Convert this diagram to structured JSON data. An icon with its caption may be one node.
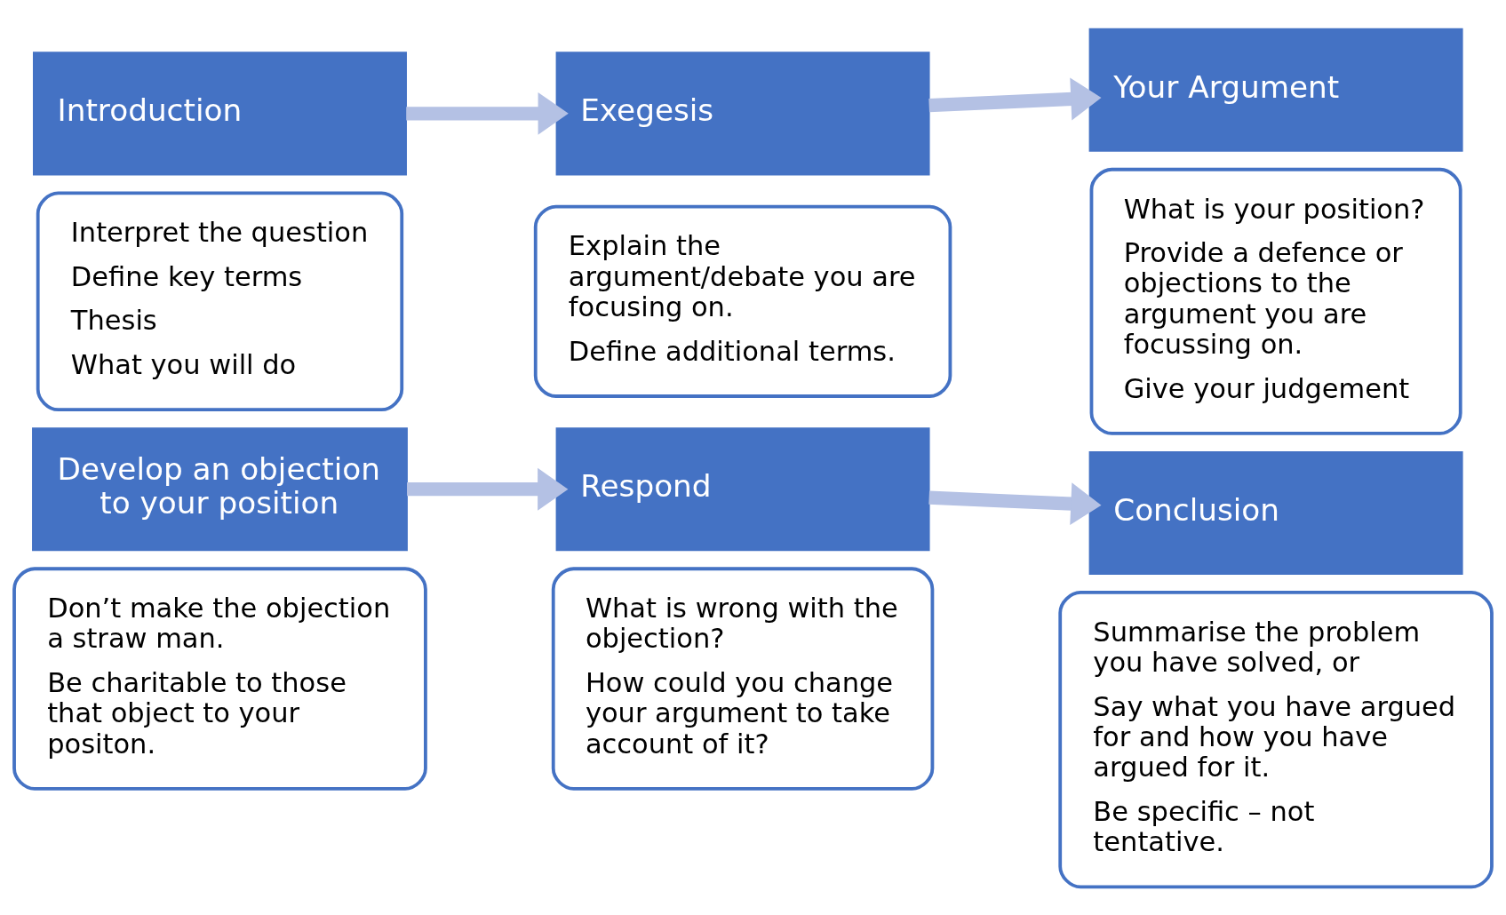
{
  "diagram": {
    "nodes": [
      {
        "text": [
          "Introduction"
        ]
      },
      {
        "text": [
          "Interpret the question",
          "Define key terms",
          "Thesis",
          "What you will do"
        ]
      },
      {
        "text": [
          "Exegesis"
        ]
      },
      {
        "text": [
          "Explain the argument/debate you are focusing on.",
          "Define additional terms."
        ]
      },
      {
        "text": [
          "Your Argument"
        ]
      },
      {
        "text": [
          "What is your position?",
          "Provide a defence or objections to the argument you are focussing on.",
          "Give your judgement"
        ]
      },
      {
        "text": [
          "Develop an objection to your position"
        ]
      },
      {
        "text": [
          "Don’t make the objection a straw man.",
          "Be charitable to those that object to your positon."
        ]
      },
      {
        "text": [
          "Respond"
        ]
      },
      {
        "text": [
          "What is wrong with the objection?",
          "How could you change your argument to take account of it?"
        ]
      },
      {
        "text": [
          "Conclusion"
        ]
      },
      {
        "text": [
          "Summarise the problem you have solved, or",
          "Say what you have argued for and how you have argued for it.",
          "Be specific – not tentative."
        ]
      }
    ],
    "edges": [
      {
        "from": 0,
        "to": 2,
        "arrow": "to"
      },
      {
        "from": 2,
        "to": 4,
        "arrow": "to"
      },
      {
        "from": 6,
        "to": 8,
        "arrow": "to"
      },
      {
        "from": 8,
        "to": 10,
        "arrow": "to"
      }
    ]
  }
}
